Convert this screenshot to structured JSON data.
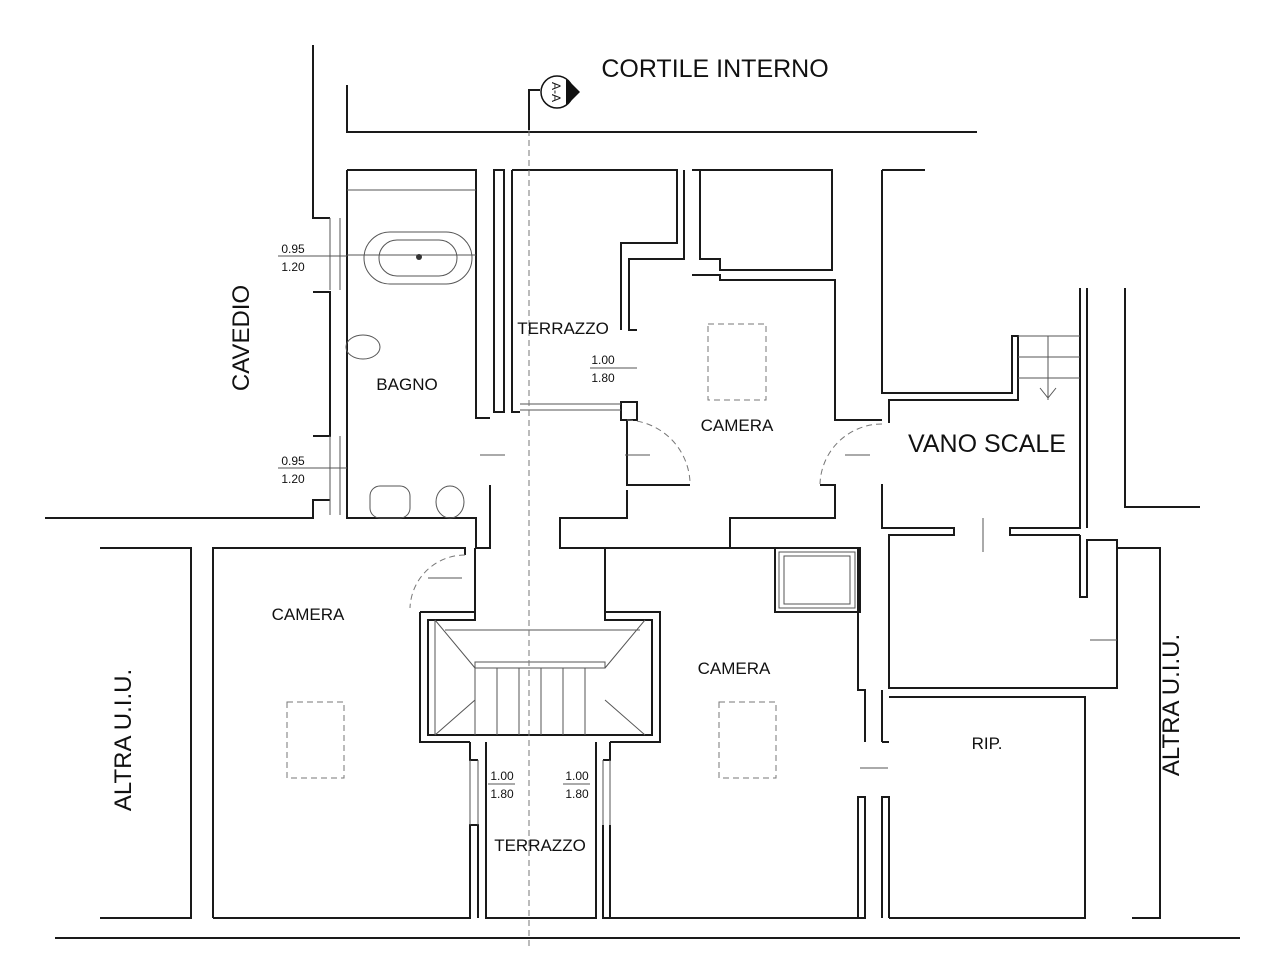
{
  "title": "CORTILE INTERNO",
  "section_marker": "A-A",
  "rooms": {
    "cavedio": "CAVEDIO",
    "bagno": "BAGNO",
    "terrazzo_top": "TERRAZZO",
    "camera_top": "CAMERA",
    "vano_scale": "VANO SCALE",
    "camera_left": "CAMERA",
    "camera_right": "CAMERA",
    "rip": "RIP.",
    "terrazzo_bottom": "TERRAZZO",
    "altra_left": "ALTRA U.I.U.",
    "altra_right": "ALTRA U.I.U."
  },
  "windows": [
    {
      "w": "0.95",
      "h": "1.20"
    },
    {
      "w": "0.95",
      "h": "1.20"
    },
    {
      "w": "1.00",
      "h": "1.80"
    },
    {
      "w": "1.00",
      "h": "1.80"
    },
    {
      "w": "1.00",
      "h": "1.80"
    }
  ]
}
